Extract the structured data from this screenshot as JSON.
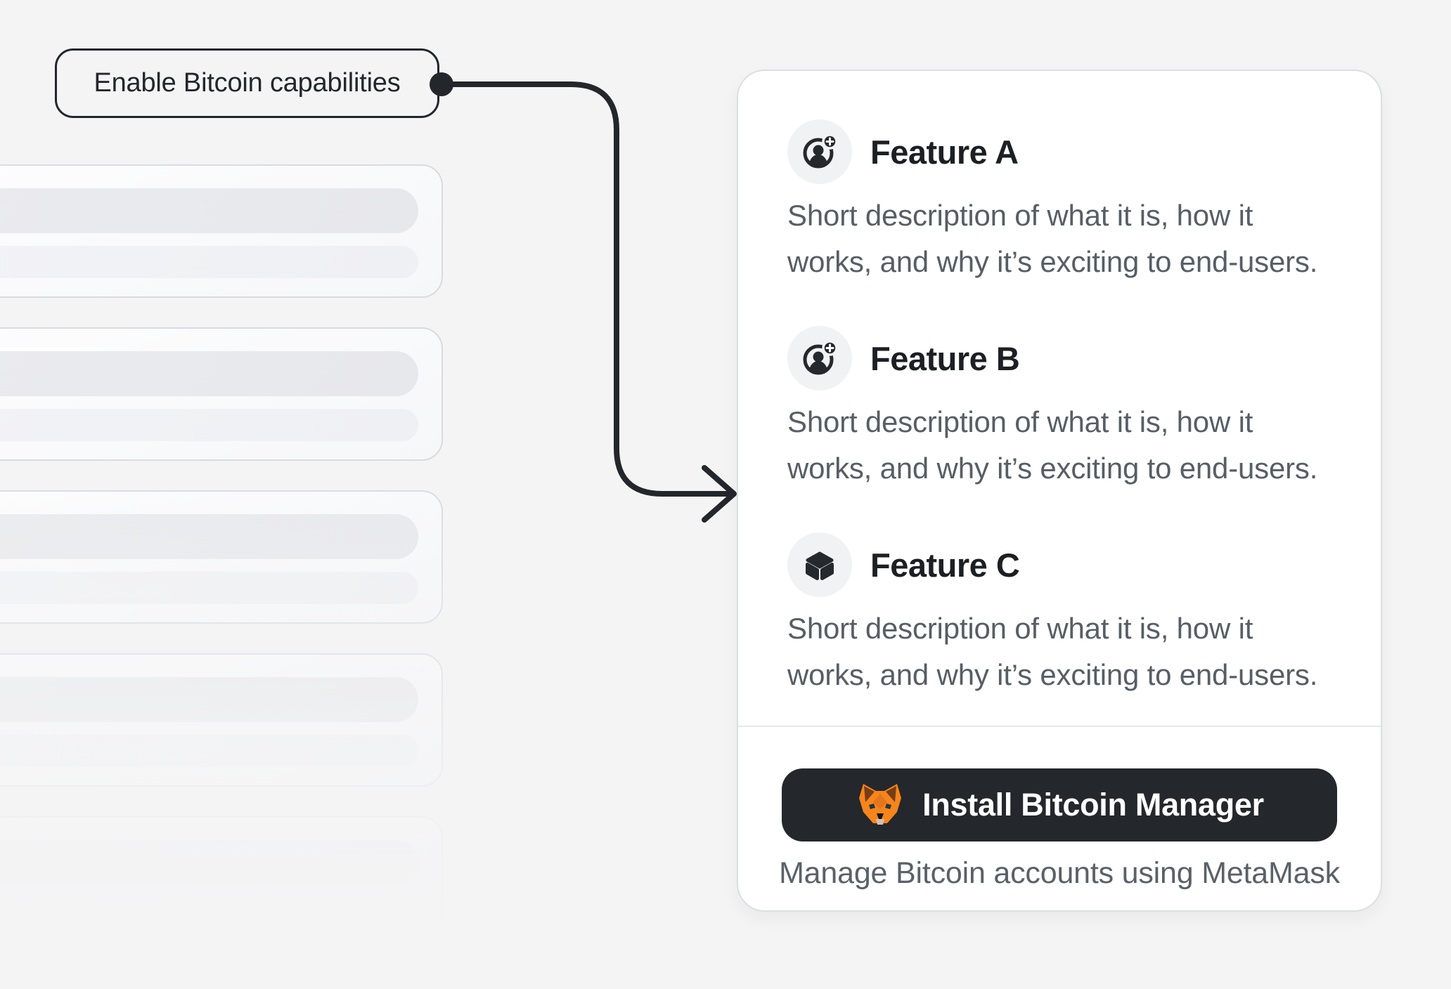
{
  "colors": {
    "page_bg": "#f4f4f5",
    "ink": "#23262b",
    "text_strong": "#1c1f23",
    "text_muted": "#575e65",
    "card_border": "#dcdee2",
    "divider": "#e7e8eb",
    "button_bg": "#24272b",
    "button_text": "#ffffff",
    "fox_orange": "#f6851b"
  },
  "callout": {
    "label": "Enable Bitcoin capabilities"
  },
  "skeleton": {
    "count": 5,
    "bars_per_card": 2
  },
  "panel": {
    "features": [
      {
        "label": "Feature A",
        "icon": "user-add-icon",
        "desc_line1": "Short description of what it is, how it",
        "desc_line2": "works, and why it’s exciting to end-users."
      },
      {
        "label": "Feature B",
        "icon": "user-add-icon",
        "desc_line1": "Short description of what it is, how it",
        "desc_line2": "works, and why it’s exciting to end-users."
      },
      {
        "label": "Feature C",
        "icon": "cube-icon",
        "desc_line1": "Short description of what it is, how it",
        "desc_line2": "works, and why it’s exciting to end-users."
      }
    ],
    "footer": {
      "button_label": "Install Bitcoin Manager",
      "caption": "Manage Bitcoin accounts using MetaMask"
    }
  }
}
